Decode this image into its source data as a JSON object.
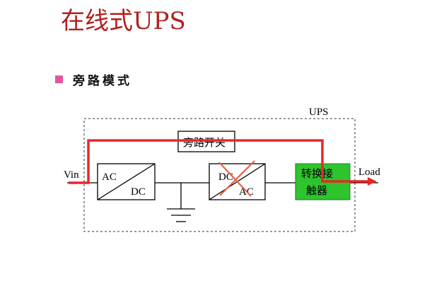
{
  "title": "在线式UPS",
  "bullet": "旁路模式",
  "diagram": {
    "ups_label": "UPS",
    "vin_label": "Vin",
    "load_label": "Load",
    "bypass_switch": "旁路开关",
    "rectifier": {
      "top": "AC",
      "bottom": "DC"
    },
    "inverter": {
      "top": "DC",
      "bottom": "AC"
    },
    "transfer": {
      "line1": "转换接",
      "line2": "触器"
    },
    "colors": {
      "path": "#e8262a",
      "transfer_fill": "#2ec42e",
      "bullet": "#e2579c",
      "title": "#b1201f"
    }
  }
}
